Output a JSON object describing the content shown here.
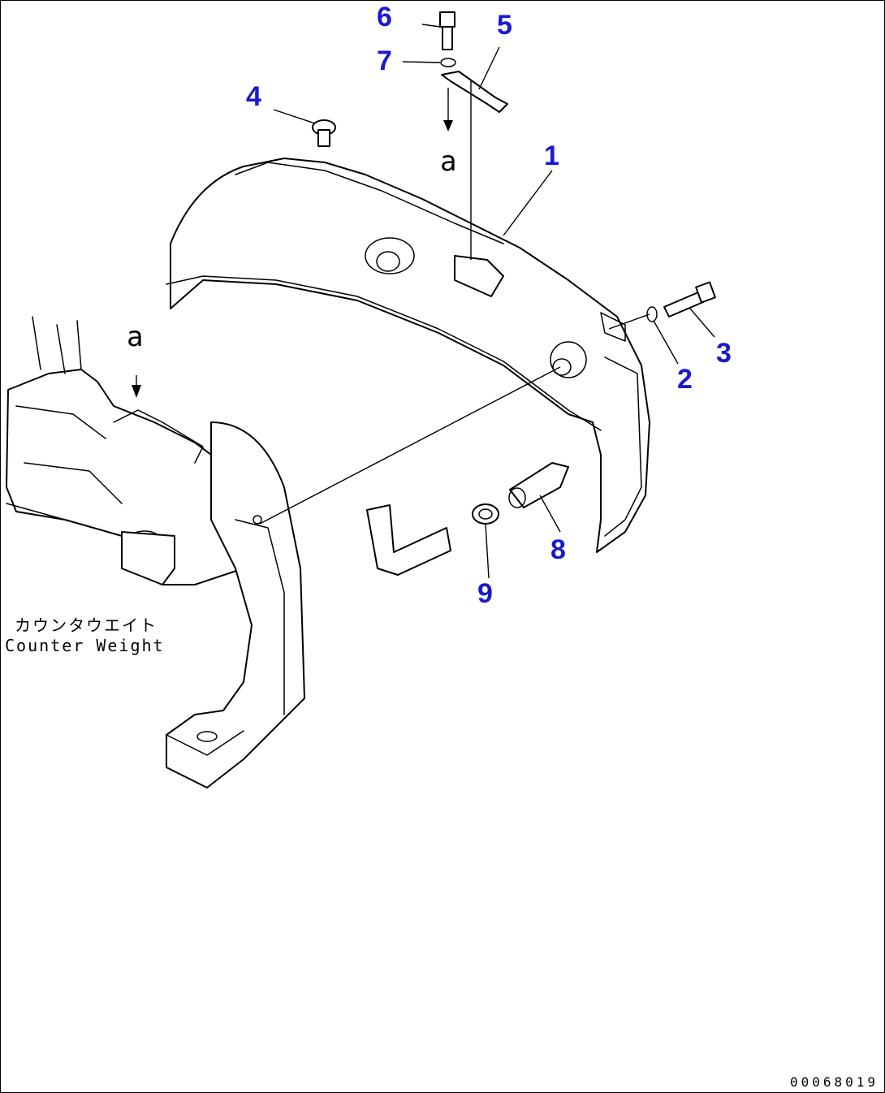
{
  "callouts": [
    {
      "id": "1",
      "label": "1"
    },
    {
      "id": "2",
      "label": "2"
    },
    {
      "id": "3",
      "label": "3"
    },
    {
      "id": "4",
      "label": "4"
    },
    {
      "id": "5",
      "label": "5"
    },
    {
      "id": "6",
      "label": "6"
    },
    {
      "id": "7",
      "label": "7"
    },
    {
      "id": "8",
      "label": "8"
    },
    {
      "id": "9",
      "label": "9"
    }
  ],
  "view_marks": {
    "upper": "a",
    "lower": "a"
  },
  "caption": {
    "japanese": "カウンタウエイト",
    "english": "Counter Weight"
  },
  "drawing_number": "00068019",
  "colors": {
    "callout": "#1a1acc",
    "line": "#000000",
    "background": "#ffffff"
  }
}
